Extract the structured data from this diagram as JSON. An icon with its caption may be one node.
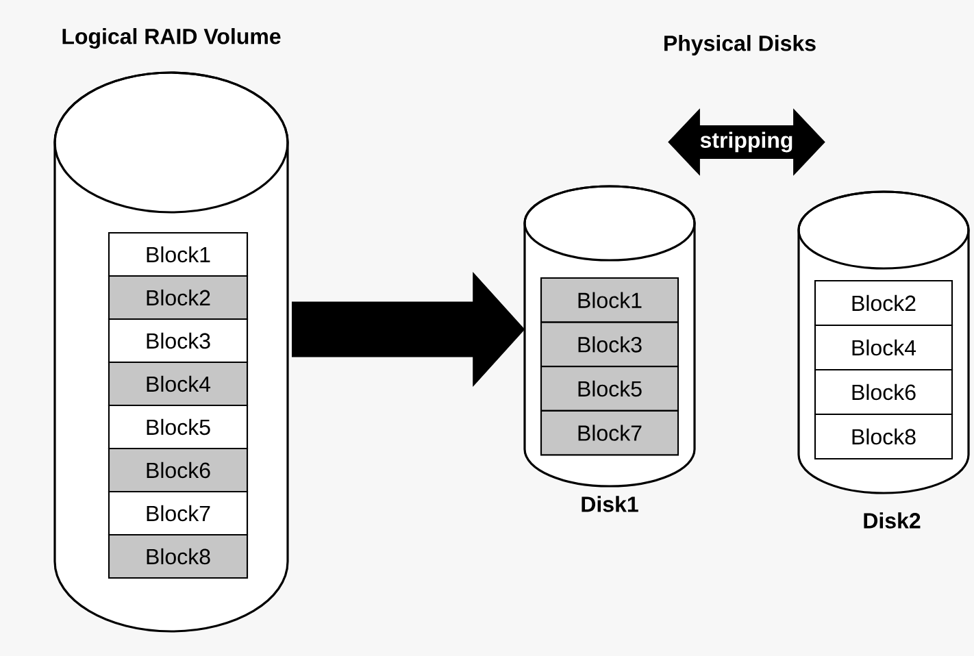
{
  "diagram": {
    "nodes": [
      {
        "text": [
          "Logical RAID Volume"
        ]
      },
      {
        "text": [
          "Block1"
        ],
        "in": 0
      },
      {
        "text": [
          "Block2"
        ],
        "in": 0
      },
      {
        "text": [
          "Block3"
        ],
        "in": 0
      },
      {
        "text": [
          "Block4"
        ],
        "in": 0
      },
      {
        "text": [
          "Block5"
        ],
        "in": 0
      },
      {
        "text": [
          "Block6"
        ],
        "in": 0
      },
      {
        "text": [
          "Block7"
        ],
        "in": 0
      },
      {
        "text": [
          "Block8"
        ],
        "in": 0
      },
      {
        "text": [
          "Disk1"
        ]
      },
      {
        "text": [
          "Block1"
        ],
        "in": 9
      },
      {
        "text": [
          "Block3"
        ],
        "in": 9
      },
      {
        "text": [
          "Block5"
        ],
        "in": 9
      },
      {
        "text": [
          "Block7"
        ],
        "in": 9
      },
      {
        "text": [
          "Disk2"
        ]
      },
      {
        "text": [
          "Block2"
        ],
        "in": 14
      },
      {
        "text": [
          "Block4"
        ],
        "in": 14
      },
      {
        "text": [
          "Block6"
        ],
        "in": 14
      },
      {
        "text": [
          "Block8"
        ],
        "in": 14
      }
    ],
    "edges": [
      {
        "from": 0,
        "to": 9,
        "arrow": "to",
        "style": "thick"
      },
      {
        "from": 9,
        "to": 14,
        "arrow": "both",
        "style": "thick",
        "label": "stripping"
      }
    ],
    "labels": [
      "Physical Disks"
    ]
  }
}
